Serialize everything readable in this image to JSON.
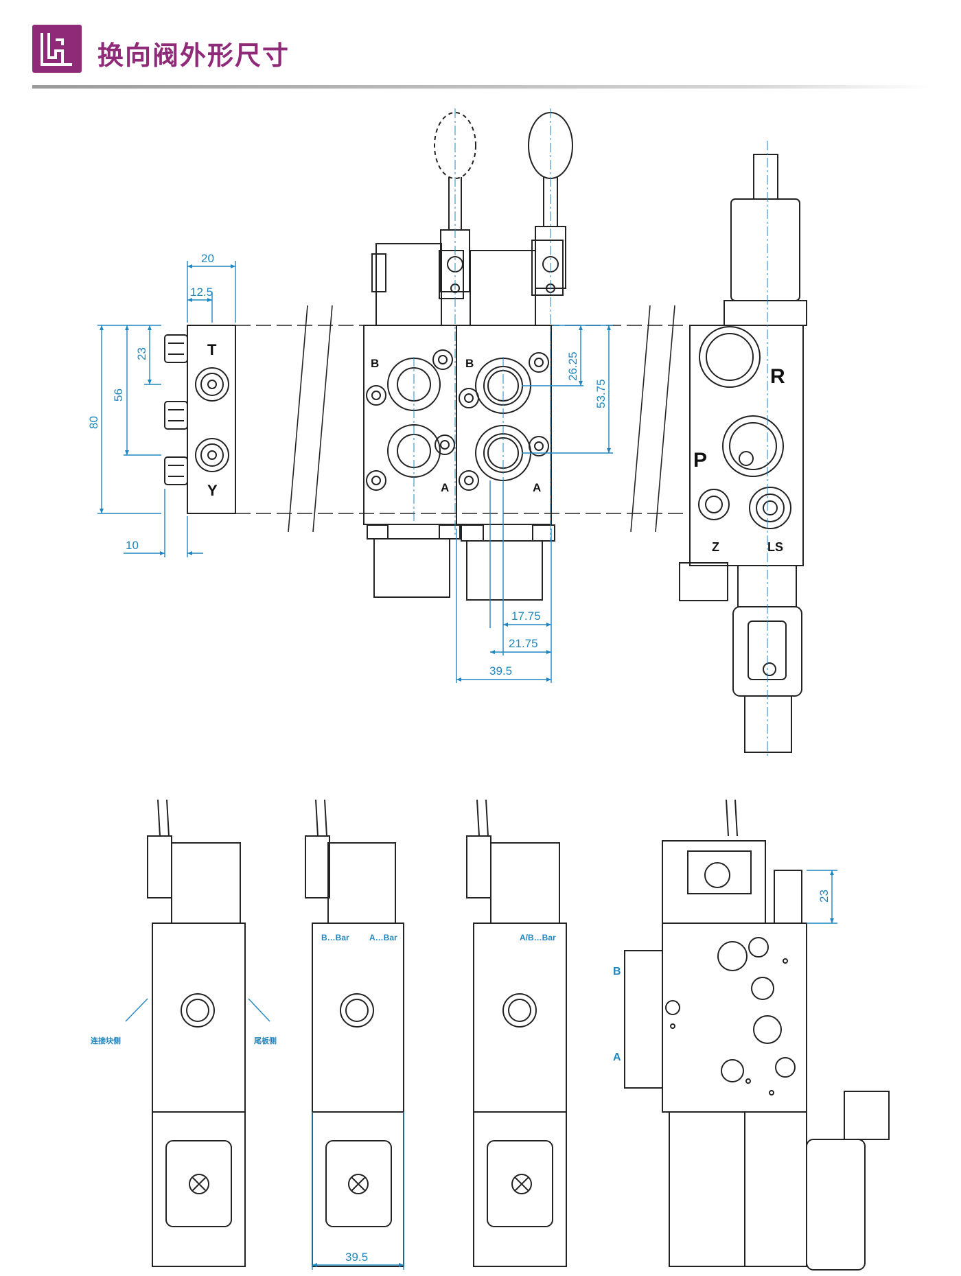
{
  "header": {
    "title": "换向阀外形尺寸",
    "accent_color": "#8e2a78",
    "logo_icon": "valve-logo-icon"
  },
  "front_view": {
    "port_labels": {
      "t": "T",
      "y": "Y",
      "b1": "B",
      "a1": "A",
      "b2": "B",
      "a2": "A"
    },
    "dimensions": {
      "d20": "20",
      "d12_5": "12.5",
      "d23": "23",
      "d56": "56",
      "d80": "80",
      "d10": "10",
      "d26_25": "26.25",
      "d53_75": "53.75",
      "d17_75": "17.75",
      "d21_75": "21.75",
      "d39_5": "39.5"
    }
  },
  "side_view": {
    "port_labels": {
      "r": "R",
      "p": "P",
      "z": "Z",
      "ls": "LS"
    }
  },
  "bottom_views": {
    "labels": {
      "connect_side": "连接块侧",
      "tail_side": "尾板侧",
      "b_bar": "B…Bar",
      "a_bar": "A…Bar",
      "ab_bar": "A/B…Bar",
      "port_b": "B",
      "port_a": "A"
    },
    "dimensions": {
      "d39_5": "39.5",
      "d23": "23"
    }
  },
  "colors": {
    "line": "#222222",
    "dimension": "#1f86c0"
  }
}
